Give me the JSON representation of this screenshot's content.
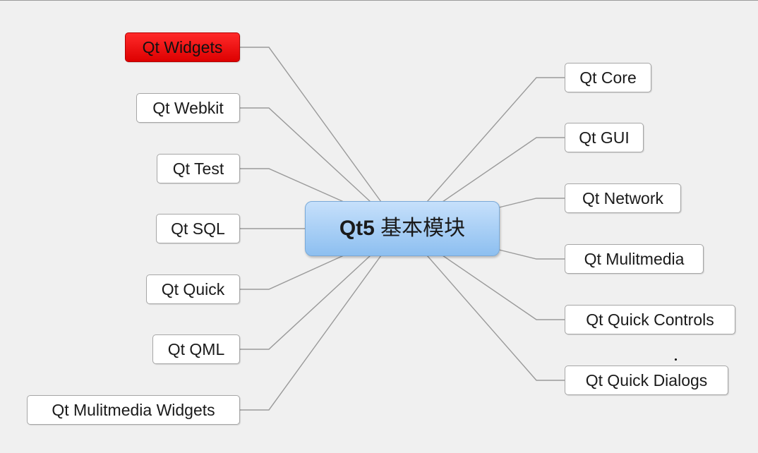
{
  "center": {
    "title_bold": "Qt5",
    "title_rest": " 基本模块"
  },
  "left_nodes": [
    {
      "label": "Qt Widgets",
      "highlighted": true
    },
    {
      "label": "Qt Webkit",
      "highlighted": false
    },
    {
      "label": "Qt Test",
      "highlighted": false
    },
    {
      "label": "Qt SQL",
      "highlighted": false
    },
    {
      "label": "Qt Quick",
      "highlighted": false
    },
    {
      "label": "Qt QML",
      "highlighted": false
    },
    {
      "label": "Qt Mulitmedia Widgets",
      "highlighted": false
    }
  ],
  "right_nodes": [
    {
      "label": "Qt Core"
    },
    {
      "label": "Qt GUI"
    },
    {
      "label": "Qt Network"
    },
    {
      "label": "Qt Mulitmedia"
    },
    {
      "label": "Qt Quick Controls"
    },
    {
      "label": "Qt Quick Dialogs"
    }
  ],
  "colors": {
    "highlight": "#ee0000",
    "center_fill": "#a9d0f7",
    "connector": "#9a9a9a",
    "background": "#f0f0f0"
  }
}
